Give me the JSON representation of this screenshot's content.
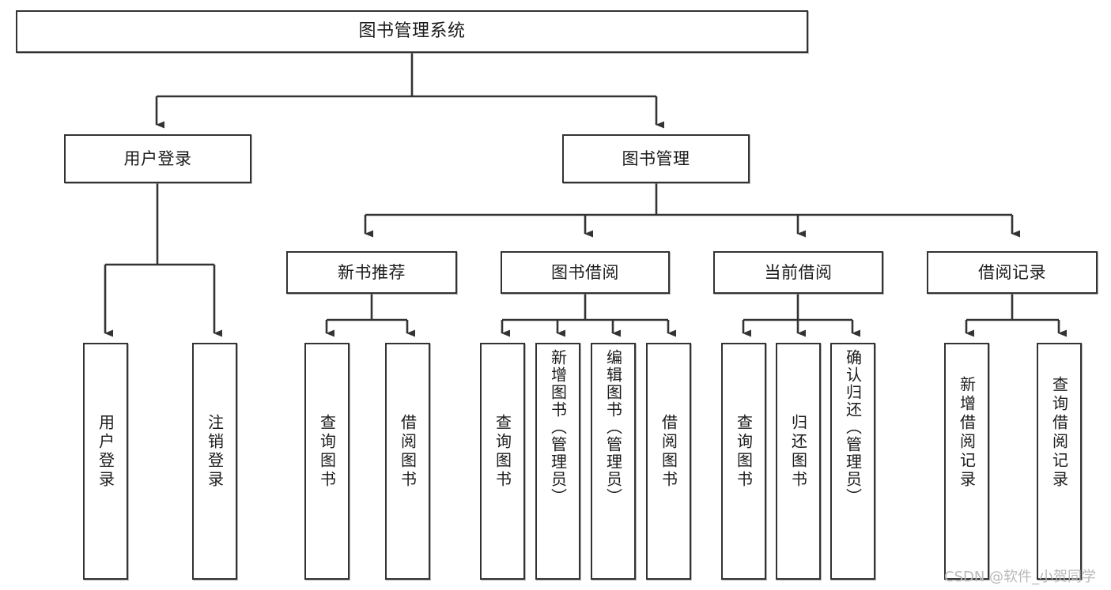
{
  "diagram": {
    "title": "图书管理系统",
    "type": "hierarchy-tree",
    "levels": 4,
    "colors": {
      "node_border": "#333333",
      "node_fill": "#ffffff",
      "edge": "#333333",
      "text": "#1b1b1b",
      "watermark": "#b9b9b9"
    }
  },
  "nodes": {
    "root": {
      "label": "图书管理系统"
    },
    "level2": [
      {
        "label": "用户登录"
      },
      {
        "label": "图书管理"
      }
    ],
    "level3": [
      {
        "label": "新书推荐"
      },
      {
        "label": "图书借阅"
      },
      {
        "label": "当前借阅"
      },
      {
        "label": "借阅记录"
      }
    ],
    "leaves": {
      "user_login": [
        {
          "label": "用户登录"
        },
        {
          "label": "注销登录"
        }
      ],
      "new_book_recommend": [
        {
          "label": "查询图书"
        },
        {
          "label": "借阅图书"
        }
      ],
      "book_borrow": [
        {
          "label": "查询图书"
        },
        {
          "label": "新增图书（管理员）"
        },
        {
          "label": "编辑图书（管理员）"
        },
        {
          "label": "借阅图书"
        }
      ],
      "current_borrow": [
        {
          "label": "查询图书"
        },
        {
          "label": "归还图书"
        },
        {
          "label": "确认归还（管理员）"
        }
      ],
      "borrow_record": [
        {
          "label": "新增借阅记录"
        },
        {
          "label": "查询借阅记录"
        }
      ]
    }
  },
  "watermark": {
    "text": "CSDN @软件_小贺同学"
  }
}
